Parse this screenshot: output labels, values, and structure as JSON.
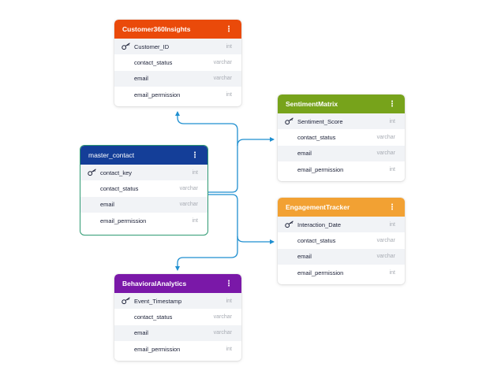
{
  "colors": {
    "connector": "#1f8fd0",
    "customer360": "#ea4a0a",
    "sentiment": "#77a31b",
    "master": "#143e98",
    "engagement": "#f2a133",
    "behavioral": "#7a18a8",
    "master_border": "#2e9a72"
  },
  "tables": {
    "customer360": {
      "title": "Customer360Insights",
      "menu_icon": "vertical-ellipsis",
      "rows": [
        {
          "name": "Customer_ID",
          "type": "int",
          "key": true
        },
        {
          "name": "contact_status",
          "type": "varchar"
        },
        {
          "name": "email",
          "type": "varchar"
        },
        {
          "name": "email_permission",
          "type": "int"
        }
      ]
    },
    "sentiment": {
      "title": "SentimentMatrix",
      "menu_icon": "vertical-ellipsis",
      "rows": [
        {
          "name": "Sentiment_Score",
          "type": "int",
          "key": true
        },
        {
          "name": "contact_status",
          "type": "varchar"
        },
        {
          "name": "email",
          "type": "varchar"
        },
        {
          "name": "email_permission",
          "type": "int"
        }
      ]
    },
    "master": {
      "title": "master_contact",
      "menu_icon": "vertical-ellipsis",
      "rows": [
        {
          "name": "contact_key",
          "type": "int",
          "key": true
        },
        {
          "name": "contact_status",
          "type": "varchar"
        },
        {
          "name": "email",
          "type": "varchar"
        },
        {
          "name": "email_permission",
          "type": "int"
        }
      ]
    },
    "engagement": {
      "title": "EngagementTracker",
      "menu_icon": "vertical-ellipsis",
      "rows": [
        {
          "name": "Interaction_Date",
          "type": "int",
          "key": true
        },
        {
          "name": "contact_status",
          "type": "varchar"
        },
        {
          "name": "email",
          "type": "varchar"
        },
        {
          "name": "email_permission",
          "type": "int"
        }
      ]
    },
    "behavioral": {
      "title": "BehavioralAnalytics",
      "menu_icon": "vertical-ellipsis",
      "rows": [
        {
          "name": "Event_Timestamp",
          "type": "int",
          "key": true
        },
        {
          "name": "contact_status",
          "type": "varchar"
        },
        {
          "name": "email",
          "type": "varchar"
        },
        {
          "name": "email_permission",
          "type": "int"
        }
      ]
    }
  }
}
